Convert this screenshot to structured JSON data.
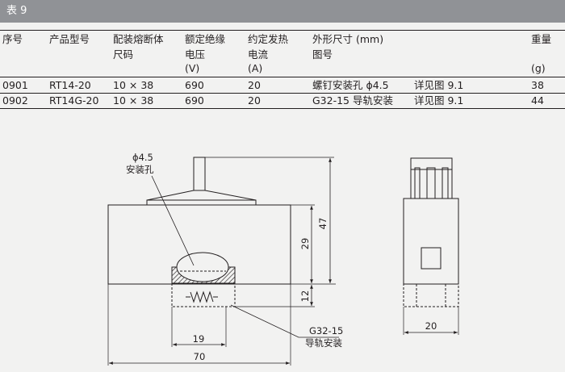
{
  "table_title": "表 9",
  "headers": {
    "seq": "序号",
    "model": "产品型号",
    "size_1": "配装熔断体",
    "size_2": "尺码",
    "voltage_1": "额定绝缘",
    "voltage_2": "电压",
    "voltage_unit": "(V)",
    "current_1": "约定发热",
    "current_2": "电流",
    "current_unit": "(A)",
    "dimension_1": "外形尺寸 (mm)",
    "dimension_2": "图号",
    "weight_1": "重量",
    "weight_unit": "(g)"
  },
  "rows": [
    {
      "seq": "0901",
      "model": "RT14-20",
      "size": "10 × 38",
      "voltage": "690",
      "current": "20",
      "mounting": "螺钉安装孔 ϕ4.5",
      "figure": "详见图 9.1",
      "weight": "38"
    },
    {
      "seq": "0902",
      "model": "RT14G-20",
      "size": "10 × 38",
      "voltage": "690",
      "current": "20",
      "mounting": "G32-15 导轨安装",
      "figure": "详见图 9.1",
      "weight": "44"
    }
  ],
  "drawing": {
    "hole_label_1": "ϕ4.5",
    "hole_label_2": "安装孔",
    "rail_label_1": "G32-15",
    "rail_label_2": "导轨安装",
    "dim_height_total": "47",
    "dim_height_body": "29",
    "dim_height_rail": "12",
    "dim_width_rail": "19",
    "dim_width_total": "70",
    "dim_width_side": "20"
  }
}
